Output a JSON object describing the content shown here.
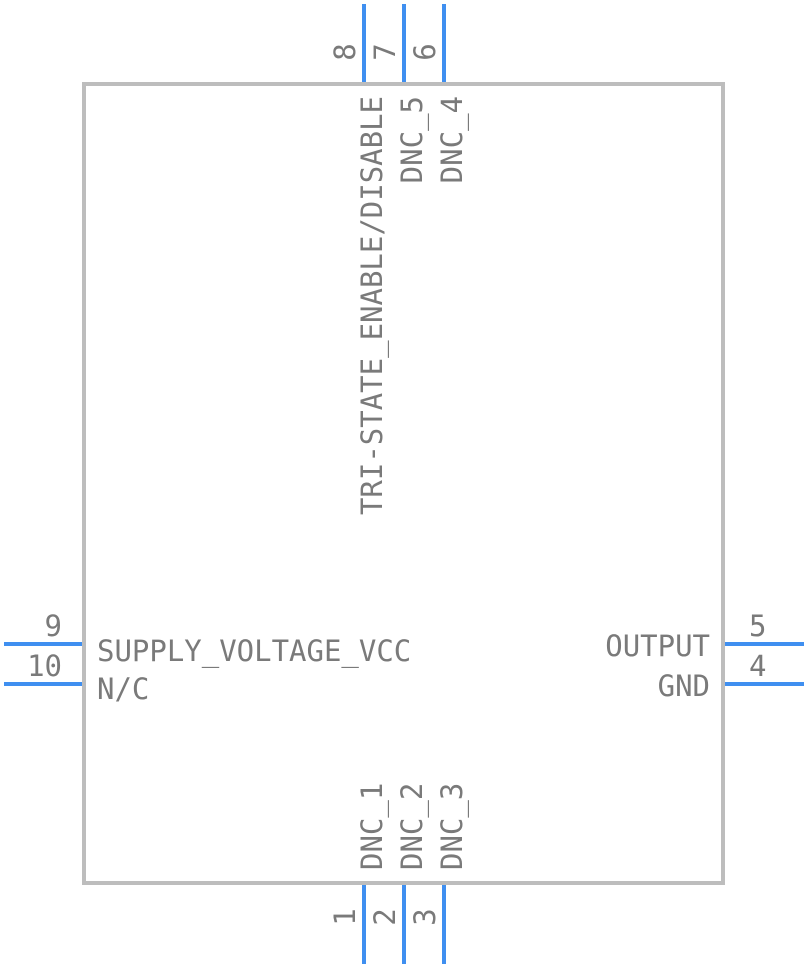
{
  "component": {
    "pins": [
      {
        "number": "1",
        "name": "DNC_1"
      },
      {
        "number": "2",
        "name": "DNC_2"
      },
      {
        "number": "3",
        "name": "DNC_3"
      },
      {
        "number": "4",
        "name": "GND"
      },
      {
        "number": "5",
        "name": "OUTPUT"
      },
      {
        "number": "6",
        "name": "DNC_4"
      },
      {
        "number": "7",
        "name": "DNC_5"
      },
      {
        "number": "8",
        "name": "TRI-STATE_ENABLE/DISABLE"
      },
      {
        "number": "9",
        "name": "SUPPLY_VOLTAGE_VCC"
      },
      {
        "number": "10",
        "name": "N/C"
      }
    ]
  },
  "colors": {
    "pin_line": "#3f8ff0",
    "body_outline": "#bdbdbd",
    "text": "#7a7a7a"
  }
}
